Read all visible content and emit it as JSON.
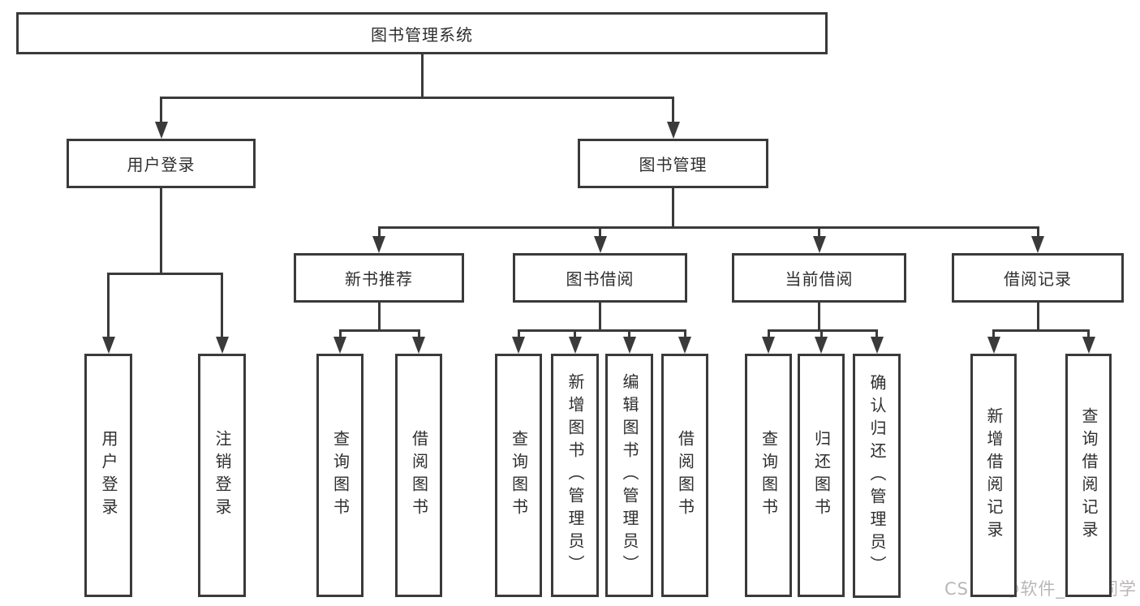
{
  "diagram": {
    "title": "图书管理系统",
    "colors": {
      "line": "#3a3a3a",
      "text": "#2e2e2e",
      "watermark": "#b7b3b3",
      "background": "#ffffff"
    },
    "nodes": [
      {
        "id": "root",
        "label": "图书管理系统"
      },
      {
        "id": "user-login",
        "label": "用户登录"
      },
      {
        "id": "book-mgmt",
        "label": "图书管理"
      },
      {
        "id": "new-book-rec",
        "label": "新书推荐"
      },
      {
        "id": "book-borrow",
        "label": "图书借阅"
      },
      {
        "id": "current-borrow",
        "label": "当前借阅"
      },
      {
        "id": "borrow-records",
        "label": "借阅记录"
      },
      {
        "id": "login",
        "label": "用户登录"
      },
      {
        "id": "logout",
        "label": "注销登录"
      },
      {
        "id": "nb-query",
        "label": "查询图书"
      },
      {
        "id": "nb-borrow",
        "label": "借阅图书"
      },
      {
        "id": "bb-query",
        "label": "查询图书"
      },
      {
        "id": "bb-add",
        "label": "新增图书（管理员）"
      },
      {
        "id": "bb-edit",
        "label": "编辑图书（管理员）"
      },
      {
        "id": "bb-borrow",
        "label": "借阅图书"
      },
      {
        "id": "cb-query",
        "label": "查询图书"
      },
      {
        "id": "cb-return",
        "label": "归还图书"
      },
      {
        "id": "cb-confirm",
        "label": "确认归还（管理员）"
      },
      {
        "id": "br-add",
        "label": "新增借阅记录"
      },
      {
        "id": "br-query",
        "label": "查询借阅记录"
      }
    ],
    "edges": [
      {
        "parent": "root",
        "children": [
          "user-login",
          "book-mgmt"
        ]
      },
      {
        "parent": "user-login",
        "children": [
          "login",
          "logout"
        ]
      },
      {
        "parent": "book-mgmt",
        "children": [
          "new-book-rec",
          "book-borrow",
          "current-borrow",
          "borrow-records"
        ]
      },
      {
        "parent": "new-book-rec",
        "children": [
          "nb-query",
          "nb-borrow"
        ]
      },
      {
        "parent": "book-borrow",
        "children": [
          "bb-query",
          "bb-add",
          "bb-edit",
          "bb-borrow"
        ]
      },
      {
        "parent": "current-borrow",
        "children": [
          "cb-query",
          "cb-return",
          "cb-confirm"
        ]
      },
      {
        "parent": "borrow-records",
        "children": [
          "br-add",
          "br-query"
        ]
      }
    ],
    "watermark": {
      "text": "CSDN @软件_小贺同学"
    }
  }
}
